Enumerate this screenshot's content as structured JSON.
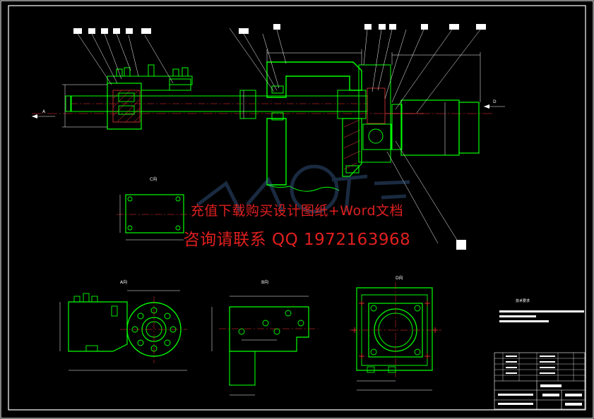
{
  "watermark": {
    "line1": "充值下载购买设计图纸+Word文档",
    "line2": "咨询请联系 QQ 1972163968"
  },
  "views": {
    "direction_a_main": "A",
    "direction_d_main": "D",
    "view_c": "C向",
    "view_a": "A向",
    "view_b": "B向",
    "view_d": "D向"
  },
  "notes": {
    "title": "技术要求"
  },
  "colors": {
    "background": "#000000",
    "outline": "#00ff00",
    "frame": "#ffffff",
    "centerline": "#ff3333",
    "hatch": "#ff4040",
    "watermark": "#e01f1f"
  }
}
